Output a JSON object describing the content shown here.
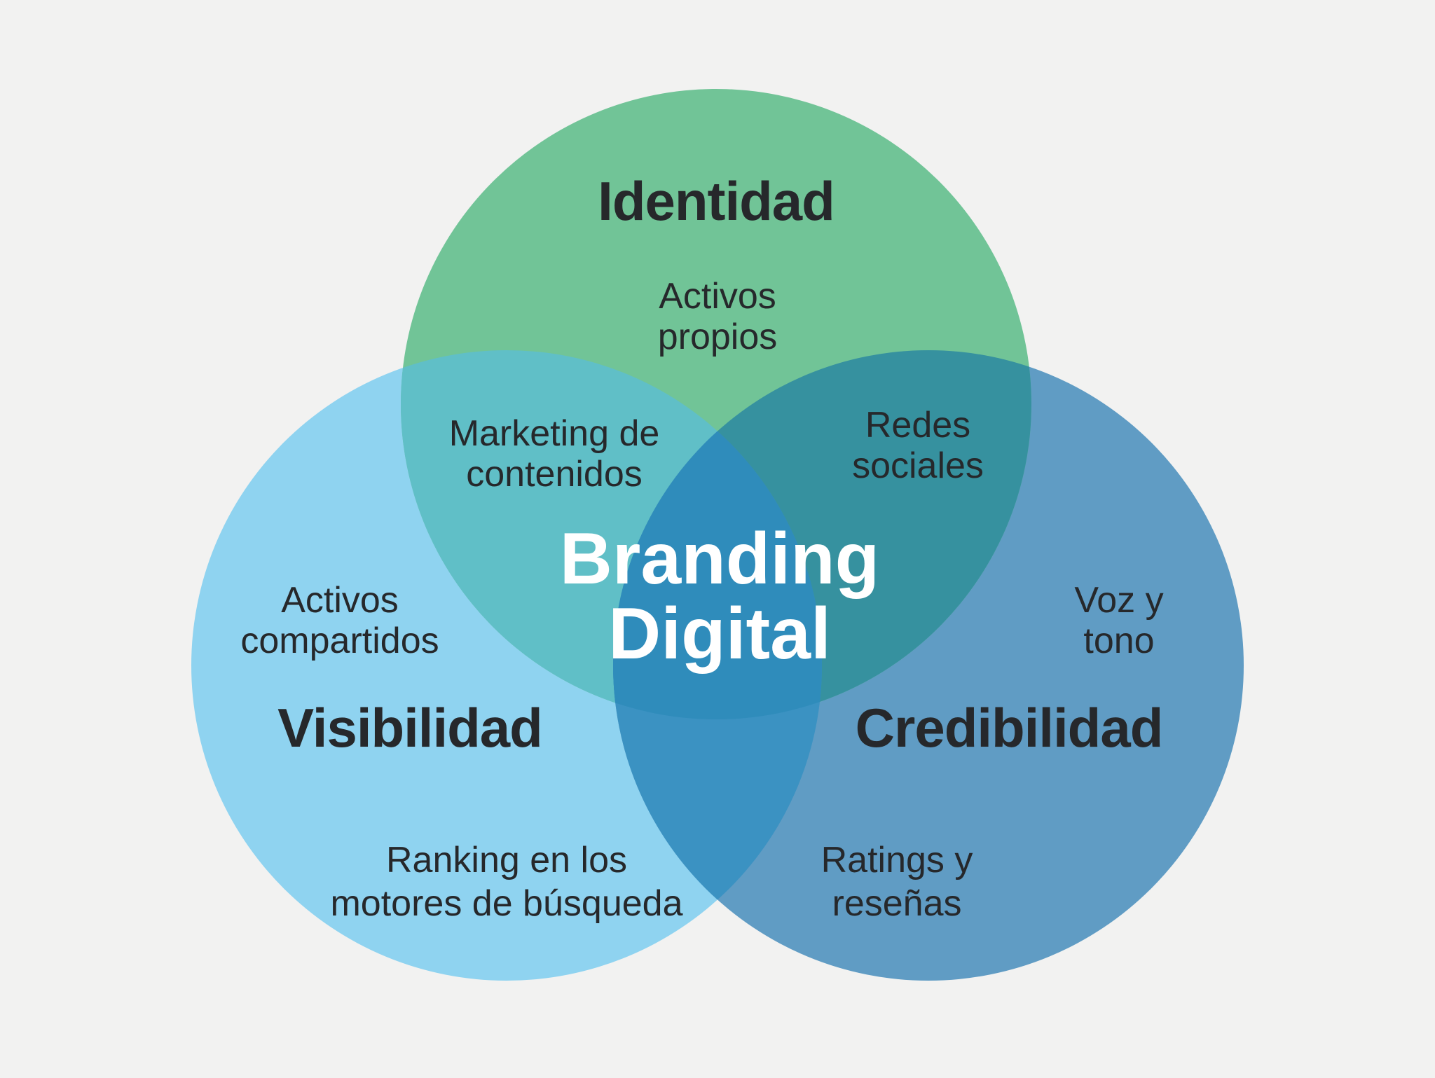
{
  "background_color": "#F2F2F1",
  "text_color": "#26282B",
  "center": {
    "line1": "Branding",
    "line2": "Digital",
    "text_color": "#FFFFFF",
    "triple_overlap_color": "#2F8CBB"
  },
  "circles": {
    "identidad": {
      "title": "Identidad",
      "color": "#71C497",
      "label": {
        "line1": "Activos",
        "line2": "propios"
      }
    },
    "visibilidad": {
      "title": "Visibilidad",
      "color": "#8FD3F0",
      "label": {
        "line1": "Activos",
        "line2": "compartidos"
      },
      "label2": {
        "line1": "Ranking en los",
        "line2": "motores de búsqueda"
      }
    },
    "credibilidad": {
      "title": "Credibilidad",
      "color": "#609CC4",
      "label": {
        "line1": "Voz y",
        "line2": "tono"
      },
      "label2": {
        "line1": "Ratings y",
        "line2": "reseñas"
      }
    }
  },
  "overlaps": {
    "identidad_visibilidad": {
      "color": "#60BFC7",
      "label": {
        "line1": "Marketing de",
        "line2": "contenidos"
      }
    },
    "identidad_credibilidad": {
      "color": "#36919F",
      "label": {
        "line1": "Redes",
        "line2": "sociales"
      }
    },
    "visibilidad_credibilidad": {
      "color": "#3B92C2"
    }
  }
}
